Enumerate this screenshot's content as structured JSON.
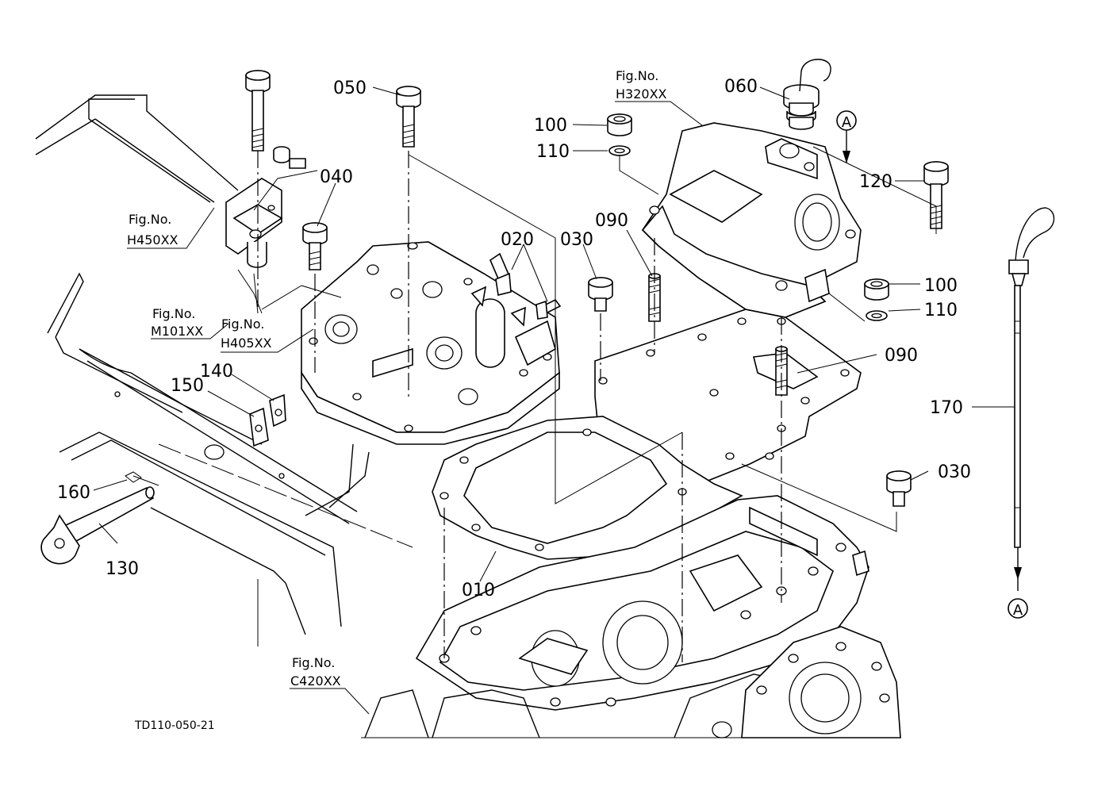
{
  "drawing_code": "TD110-050-21",
  "callouts": {
    "p010": "010",
    "p020": "020",
    "p030a": "030",
    "p030b": "030",
    "p040": "040",
    "p050": "050",
    "p060": "060",
    "p090a": "090",
    "p090b": "090",
    "p100a": "100",
    "p100b": "100",
    "p110a": "110",
    "p110b": "110",
    "p120": "120",
    "p130": "130",
    "p140": "140",
    "p150": "150",
    "p160": "160",
    "p170": "170"
  },
  "fig_refs": {
    "label": "Fig.No.",
    "h450": "H450XX",
    "m101": "M101XX",
    "h405": "H405XX",
    "h320": "H320XX",
    "c420": "C420XX"
  },
  "markers": {
    "top": "A",
    "bottom": "A"
  }
}
